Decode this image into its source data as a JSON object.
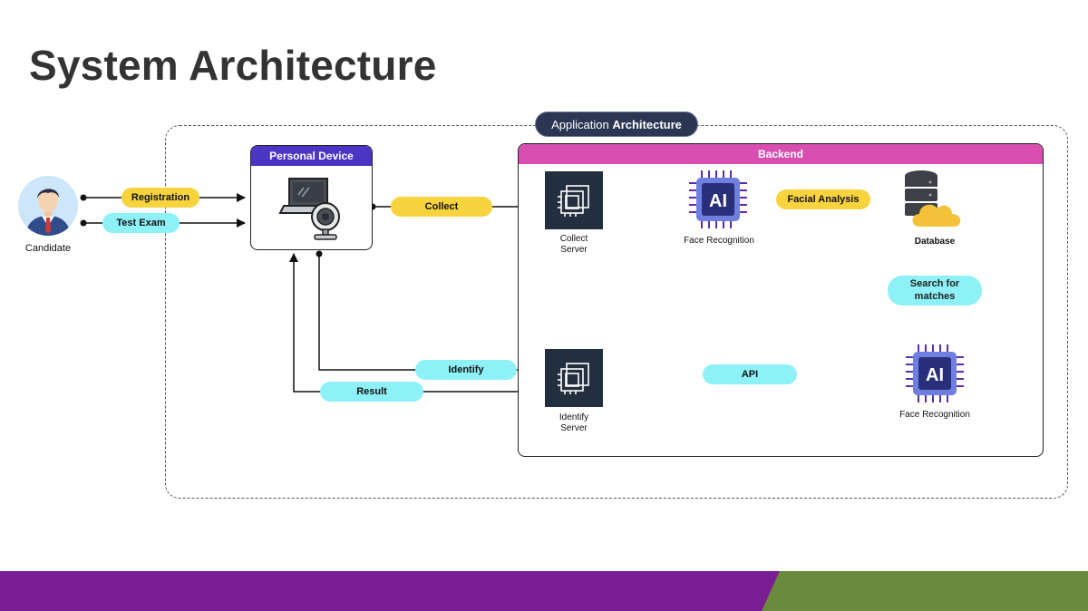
{
  "slide": {
    "title": "System Architecture"
  },
  "app_architecture": {
    "tag_prefix": "Application ",
    "tag_bold": "Architecture"
  },
  "personal_device": {
    "title": "Personal Device"
  },
  "backend": {
    "title": "Backend"
  },
  "candidate": {
    "label": "Candidate"
  },
  "flows": {
    "registration": "Registration",
    "test_exam": "Test Exam",
    "collect": "Collect",
    "facial_analysis": "Facial Analysis",
    "search_for_matches_line1": "Search for",
    "search_for_matches_line2": "matches",
    "identify": "Identify",
    "result": "Result",
    "api": "API"
  },
  "nodes": {
    "collect_server_line1": "Collect",
    "collect_server_line2": "Server",
    "identify_server_line1": "Identify",
    "identify_server_line2": "Server",
    "face_recognition_top": "Face Recognition",
    "face_recognition_bottom": "Face Recognition",
    "database": "Database",
    "ai_chip_text": "AI"
  },
  "colors": {
    "device_header": "#4a35c4",
    "backend_header": "#d94fb1",
    "pill_yellow": "#f7d33e",
    "pill_cyan": "#8ef1f7",
    "app_tag": "#2c3653",
    "bar_purple": "#7a1f93",
    "bar_green": "#6a8a3e"
  }
}
